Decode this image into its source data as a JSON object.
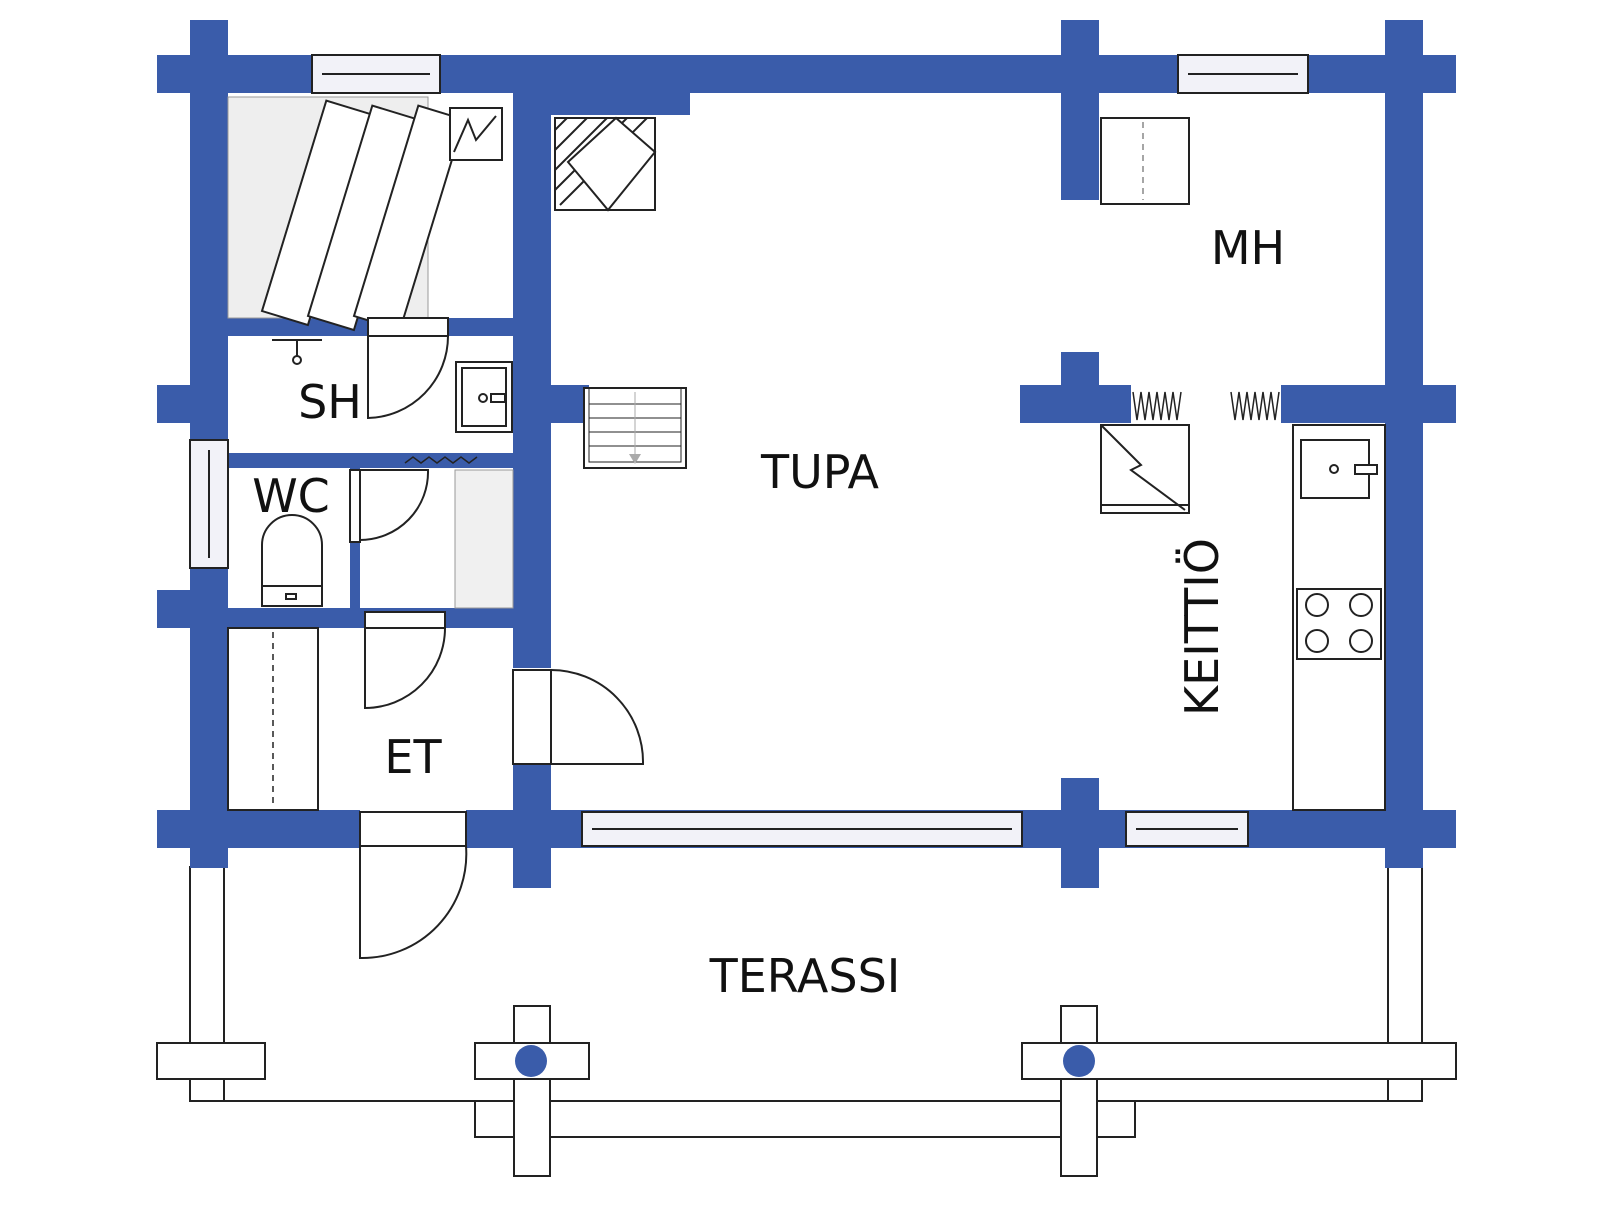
{
  "colors": {
    "wall": "#3a5caa",
    "line": "#222222",
    "window_fill": "#f2f2f8",
    "background": "#ffffff"
  },
  "rooms": {
    "sh": "SH",
    "wc": "WC",
    "et": "ET",
    "tupa": "TUPA",
    "mh": "MH",
    "keittio": "KEITTIÖ",
    "terassi": "TERASSI"
  },
  "icons": {
    "sauna_stove": "sauna-stove-icon",
    "fireplace": "fireplace-icon",
    "kitchen_stove": "electric-stove-icon",
    "toilet": "toilet-icon",
    "sink": "sink-icon",
    "hob": "cooktop-icon"
  }
}
